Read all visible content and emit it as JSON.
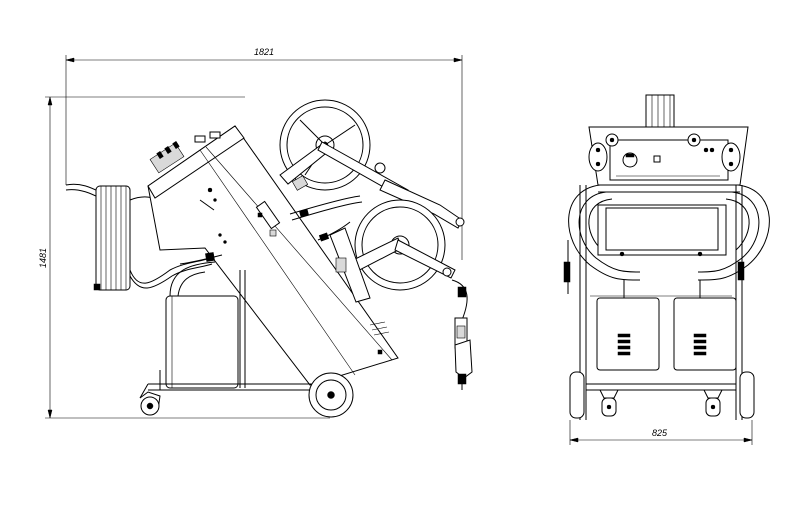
{
  "dimensions": {
    "side_width": "1821",
    "side_height": "1481",
    "front_width": "825"
  }
}
